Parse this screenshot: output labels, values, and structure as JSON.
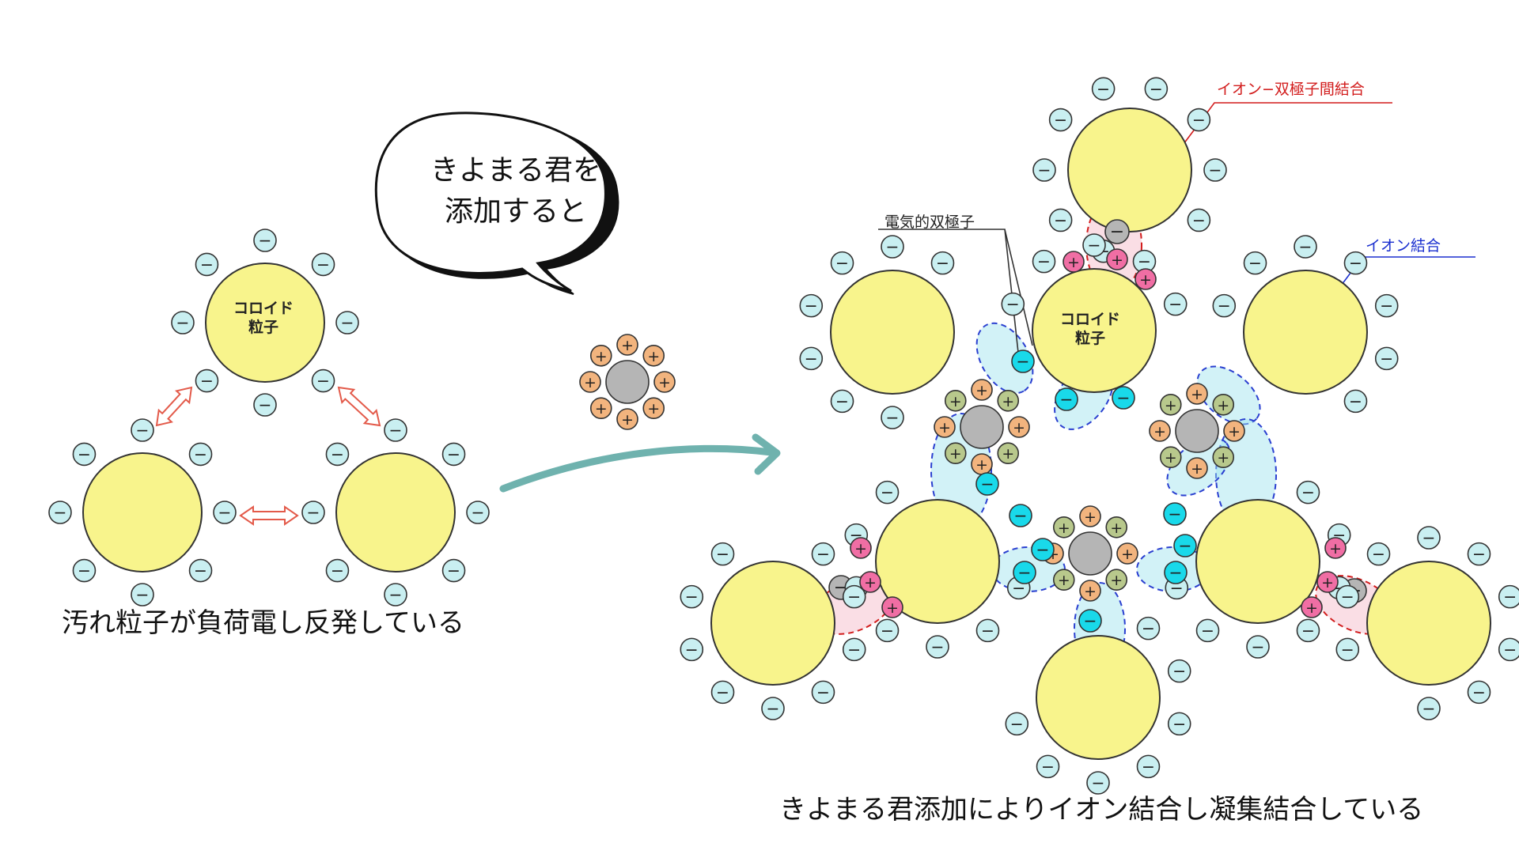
{
  "captions": {
    "left": "汚れ粒子が負荷電し反発している",
    "right": "きよまる君添加によりイオン結合し凝集結合している"
  },
  "speech_bubble": {
    "line1": "きよまる君を",
    "line2": "添加すると"
  },
  "labels": {
    "ion_dipole_bond": "イオン−双極子間結合",
    "ion_bond": "イオン結合",
    "electric_dipole": "電気的双極子",
    "colloid_line1": "コロイド",
    "colloid_line2": "粒子"
  },
  "colors": {
    "particle_fill": "#f8f48c",
    "negative_fill": "#c9eff1",
    "negative_strong": "#19d9ea",
    "positive_fill": "#f2b47e",
    "positive_green": "#b8c88c",
    "positive_pink": "#f06ea4",
    "core_gray": "#b5b5b5",
    "arrow_teal": "#6fb2ae",
    "repel_arrow": "#e35a4a",
    "ion_dipole_red": "#d21c1c",
    "ion_blue": "#1a2fcf"
  },
  "symbols": {
    "minus": "−",
    "plus": "+"
  }
}
